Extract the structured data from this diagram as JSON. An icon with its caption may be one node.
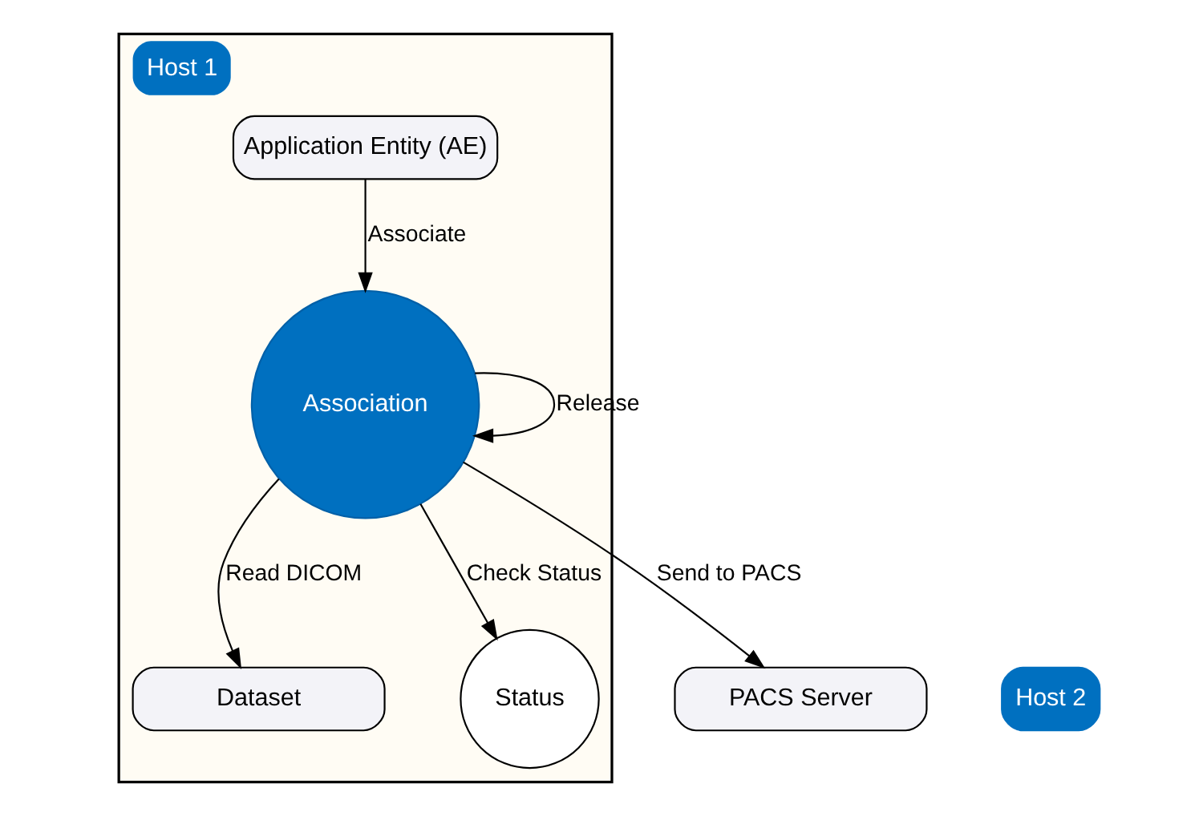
{
  "diagram": {
    "nodes": [
      {
        "text": [
          "Host 1"
        ]
      },
      {
        "text": [
          "Application Entity (AE)"
        ],
        "in": 0
      },
      {
        "text": [
          "Dataset"
        ],
        "in": 0
      },
      {
        "text": [
          "Association"
        ],
        "in": 0
      },
      {
        "text": [
          "Status"
        ],
        "in": 0
      },
      {
        "text": [
          "PACS Server"
        ]
      },
      {
        "text": [
          "Host 2"
        ]
      }
    ],
    "edges": [
      {
        "from": 1,
        "to": 3,
        "arrow": "to",
        "label": "Associate"
      },
      {
        "from": 3,
        "to": 2,
        "arrow": "to",
        "label": "Read DICOM"
      },
      {
        "from": 3,
        "to": 3,
        "arrow": "to",
        "label": "Release"
      },
      {
        "from": 3,
        "to": 4,
        "arrow": "to",
        "label": "Check Status"
      },
      {
        "from": 3,
        "to": 5,
        "arrow": "to",
        "label": "Send to PACS"
      }
    ]
  }
}
